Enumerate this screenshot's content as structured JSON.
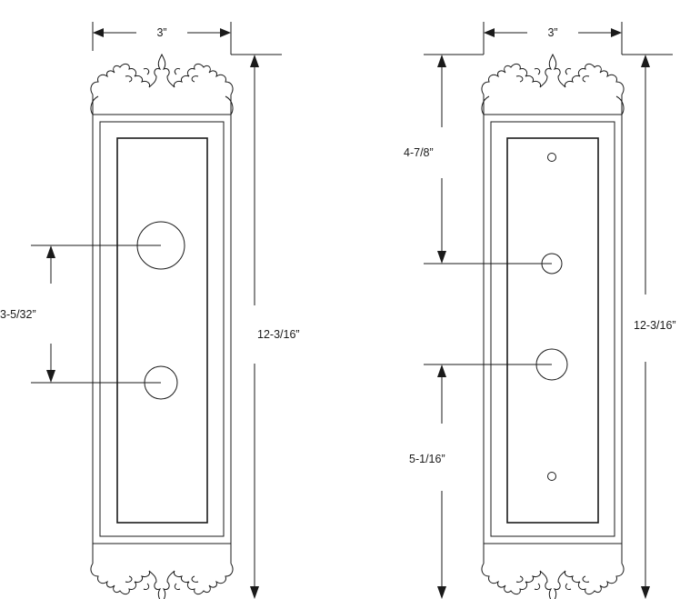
{
  "left_plate": {
    "width_label": "3”",
    "height_label": "12-3/16”",
    "hole_spacing_label": "3-5/32”"
  },
  "right_plate": {
    "width_label": "3”",
    "height_label": "12-3/16”",
    "top_to_hole_label": "4-7/8”",
    "hole_to_bottom_label": "5-1/16”"
  },
  "colors": {
    "line": "#1a1a1a",
    "background": "#ffffff"
  }
}
